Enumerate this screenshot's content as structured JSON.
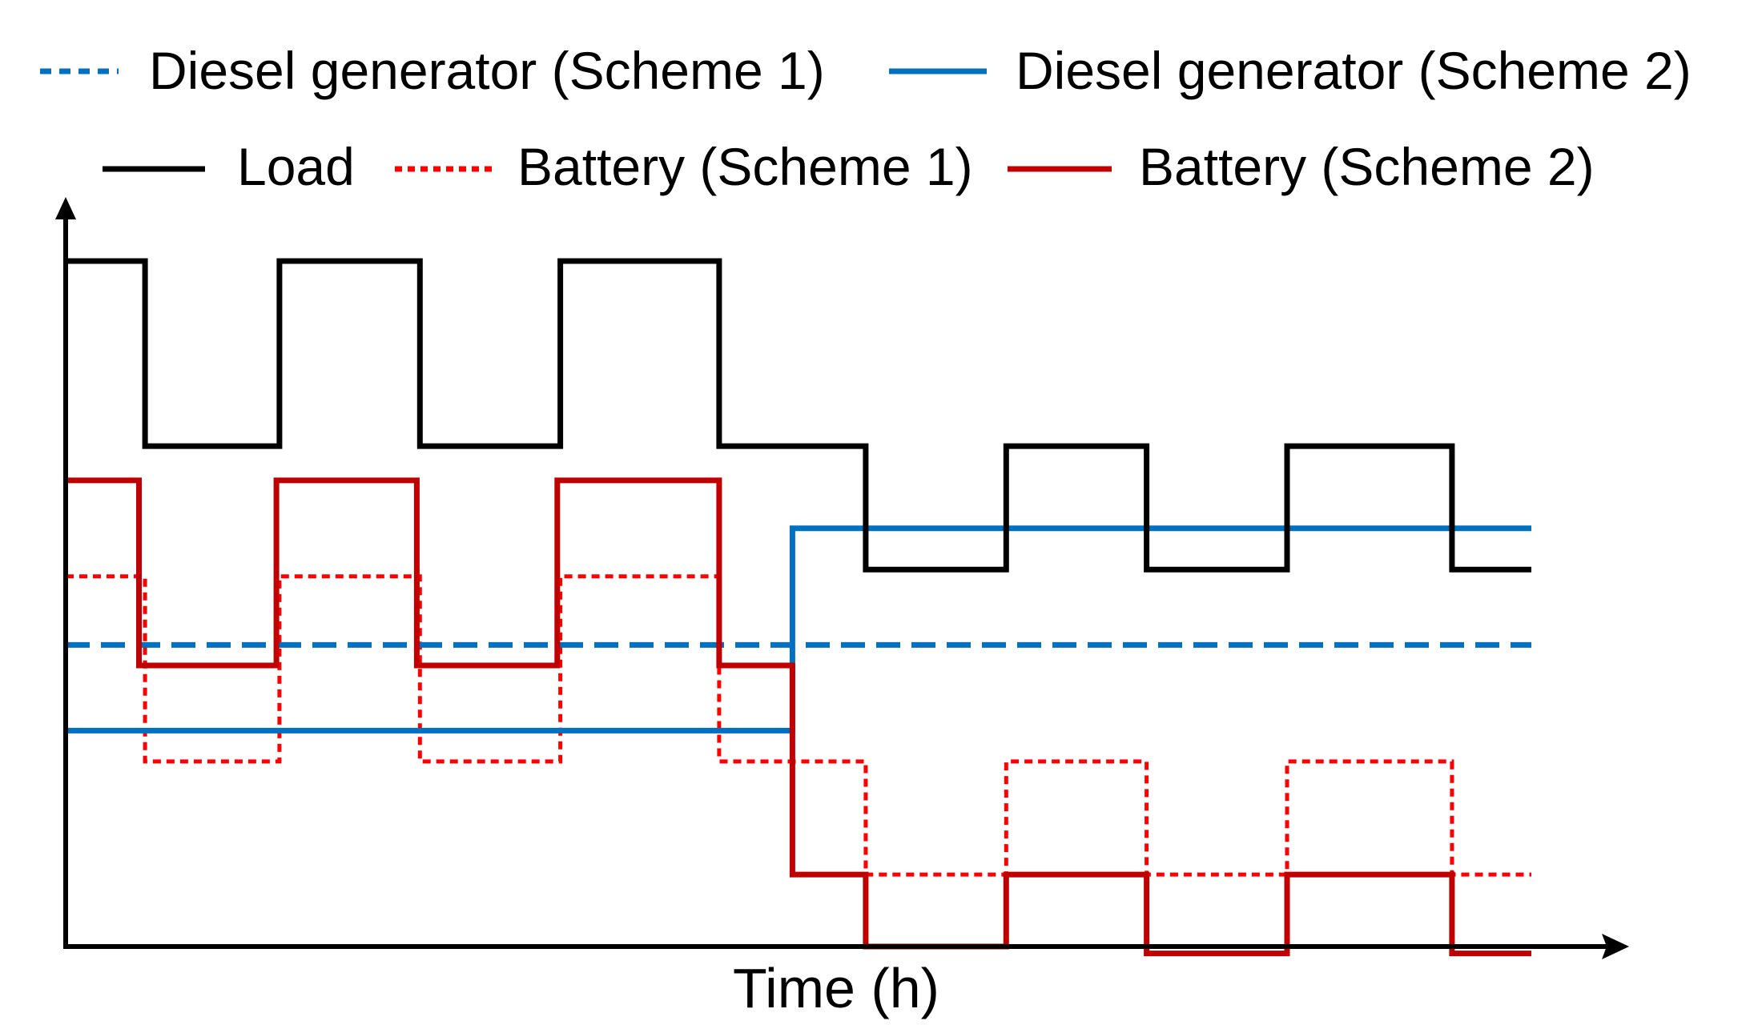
{
  "chart_data": {
    "type": "line",
    "step": true,
    "title": "",
    "xlabel": "Time (h)",
    "ylabel": "",
    "x_ticks_shown": false,
    "y_ticks_shown": false,
    "grid": false,
    "legend_position": "top",
    "xlim": [
      0,
      24
    ],
    "ylim": [
      0,
      10
    ],
    "series": [
      {
        "key": "dg1",
        "name": "Diesel generator (Scheme 1)",
        "color": "#0070C0",
        "style": "dashed",
        "x": [
          0,
          24
        ],
        "y": [
          4.4,
          4.4
        ]
      },
      {
        "key": "dg2",
        "name": "Diesel generator (Scheme 2)",
        "color": "#0070C0",
        "style": "solid",
        "x": [
          0,
          11.9,
          11.9,
          24
        ],
        "y": [
          3.15,
          3.15,
          6.1,
          6.1
        ]
      },
      {
        "key": "load",
        "name": "Load",
        "color": "#000000",
        "style": "solid",
        "x": [
          0,
          1.3,
          1.3,
          3.5,
          3.5,
          5.8,
          5.8,
          8.1,
          8.1,
          10.7,
          10.7,
          13.1,
          13.1,
          15.4,
          15.4,
          17.7,
          17.7,
          20.0,
          20.0,
          22.7,
          22.7,
          24
        ],
        "y": [
          10,
          10,
          7.3,
          7.3,
          10,
          10,
          7.3,
          7.3,
          10,
          10,
          7.3,
          7.3,
          5.5,
          5.5,
          7.3,
          7.3,
          5.5,
          5.5,
          7.3,
          7.3,
          5.5,
          5.5
        ]
      },
      {
        "key": "bat1",
        "name": "Battery (Scheme 1)",
        "color": "#FF0000",
        "style": "dotted",
        "x": [
          0,
          1.3,
          1.3,
          3.5,
          3.5,
          5.8,
          5.8,
          8.1,
          8.1,
          10.7,
          10.7,
          13.1,
          13.1,
          15.4,
          15.4,
          17.7,
          17.7,
          20.0,
          20.0,
          22.7,
          22.7,
          24
        ],
        "y": [
          5.4,
          5.4,
          2.7,
          2.7,
          5.4,
          5.4,
          2.7,
          2.7,
          5.4,
          5.4,
          2.7,
          2.7,
          1.05,
          1.05,
          2.7,
          2.7,
          1.05,
          1.05,
          2.7,
          2.7,
          1.05,
          1.05
        ]
      },
      {
        "key": "bat2",
        "name": "Battery (Scheme 2)",
        "color": "#C00000",
        "style": "solid",
        "x": [
          0,
          1.2,
          1.2,
          3.45,
          3.45,
          5.75,
          5.75,
          8.05,
          8.05,
          10.7,
          10.7,
          11.9,
          11.9,
          13.1,
          13.1,
          15.4,
          15.4,
          17.7,
          17.7,
          20.0,
          20.0,
          22.7,
          22.7,
          24
        ],
        "y": [
          6.8,
          6.8,
          4.1,
          4.1,
          6.8,
          6.8,
          4.1,
          4.1,
          6.8,
          6.8,
          4.1,
          4.1,
          1.05,
          1.05,
          0,
          0,
          1.05,
          1.05,
          -0.1,
          -0.1,
          1.05,
          1.05,
          -0.1,
          -0.1
        ]
      }
    ]
  }
}
